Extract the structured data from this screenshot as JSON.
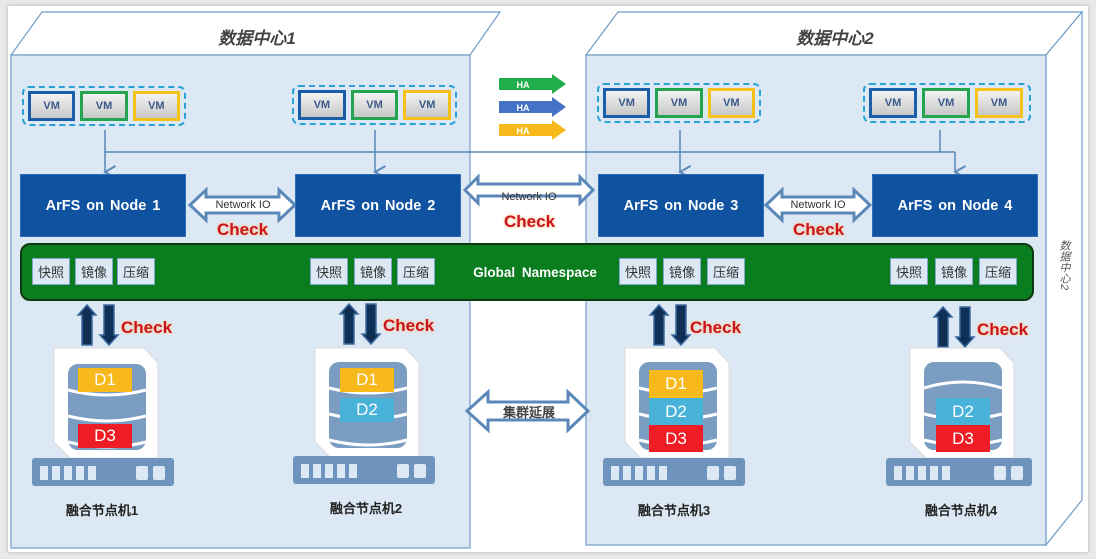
{
  "data_centers": [
    {
      "title": "数据中心1"
    },
    {
      "title": "数据中心2",
      "side_label": "数据中心2"
    }
  ],
  "vm_groups": [
    {
      "vms": [
        "VM",
        "VM",
        "VM"
      ]
    },
    {
      "vms": [
        "VM",
        "VM",
        "VM"
      ]
    },
    {
      "vms": [
        "VM",
        "VM",
        "VM"
      ]
    },
    {
      "vms": [
        "VM",
        "VM",
        "VM"
      ]
    }
  ],
  "ha_arrows": [
    {
      "label": "HA",
      "color": "#1fae4b"
    },
    {
      "label": "HA",
      "color": "#4472c4"
    },
    {
      "label": "HA",
      "color": "#f7b91c"
    }
  ],
  "nodes": [
    {
      "label": "ArFS on Node 1"
    },
    {
      "label": "ArFS on Node 2"
    },
    {
      "label": "ArFS on Node 3"
    },
    {
      "label": "ArFS on Node 4"
    }
  ],
  "network_links": [
    {
      "label": "Network IO",
      "check": "Check"
    },
    {
      "label": "Network IO",
      "check": "Check"
    },
    {
      "label": "Network IO",
      "check": "Check"
    }
  ],
  "namespace": {
    "label": "Global Namespace",
    "features": [
      "快照",
      "镜像",
      "压缩"
    ]
  },
  "io_checks": [
    "Check",
    "Check",
    "Check",
    "Check"
  ],
  "machines": [
    {
      "label": "融合节点机1",
      "blocks": [
        "D1",
        "D3"
      ]
    },
    {
      "label": "融合节点机2",
      "blocks": [
        "D1",
        "D2"
      ]
    },
    {
      "label": "融合节点机3",
      "blocks": [
        "D1",
        "D2",
        "D3"
      ]
    },
    {
      "label": "融合节点机4",
      "blocks": [
        "D2",
        "D3"
      ]
    }
  ],
  "cluster_extension": {
    "label": "集群延展"
  },
  "colors": {
    "node_blue": "#0f52a0",
    "namespace_green": "#0a7d1e",
    "check_red": "#c8141e",
    "dc_face": "#dce8f4",
    "d1": "#f7b91c",
    "d2": "#49b2d8",
    "d3": "#ee1c25"
  }
}
